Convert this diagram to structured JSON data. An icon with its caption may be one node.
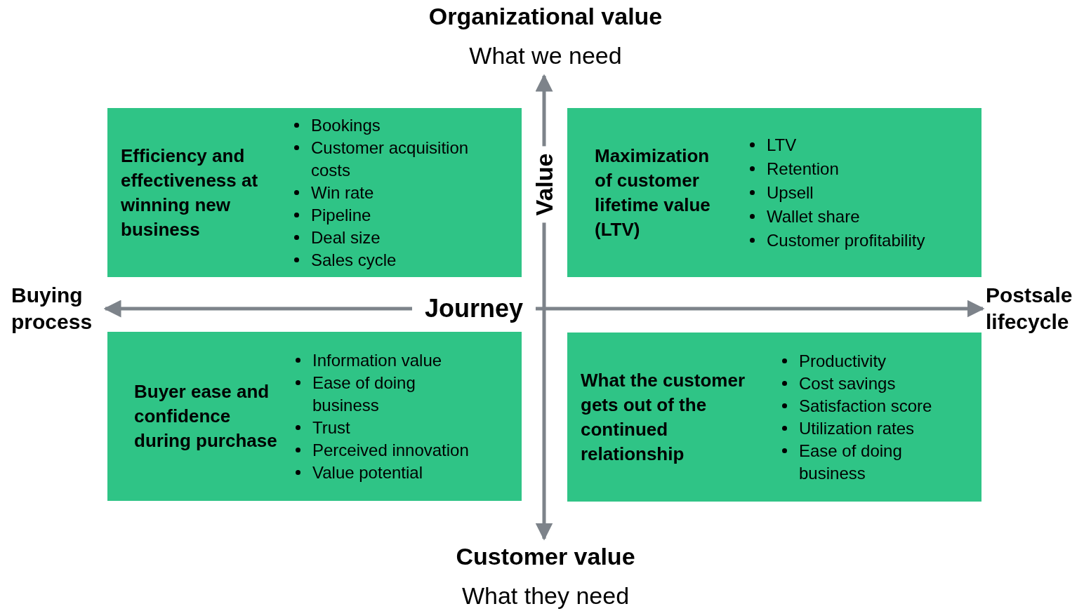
{
  "diagram": {
    "nodes": [
      {
        "text": [
          "Organizational value",
          "What we need"
        ]
      },
      {
        "text": [
          "Efficiency and effectiveness at winning new business",
          "Bookings",
          "Customer acquisition costs",
          "Win rate",
          "Pipeline",
          "Deal size",
          "Sales cycle"
        ]
      },
      {
        "text": [
          "Maximization of customer lifetime value (LTV)",
          "LTV",
          "Retention",
          "Upsell",
          "Wallet share",
          "Customer profitability"
        ]
      },
      {
        "text": [
          "Buying process"
        ]
      },
      {
        "text": [
          "Postsale lifecycle"
        ]
      },
      {
        "text": [
          "Buyer ease and confidence during purchase",
          "Information value",
          "Ease of doing business",
          "Trust",
          "Perceived innovation",
          "Value potential"
        ]
      },
      {
        "text": [
          "What the customer gets out of the continued relationship",
          "Productivity",
          "Cost savings",
          "Satisfaction score",
          "Utilization rates",
          "Ease of doing business"
        ]
      },
      {
        "text": [
          "Customer value",
          "What they need"
        ]
      }
    ],
    "edges": [
      {
        "from": 7,
        "to": 0,
        "arrow": "both",
        "label": "Value"
      },
      {
        "from": 3,
        "to": 4,
        "arrow": "both",
        "label": "Journey"
      }
    ]
  }
}
